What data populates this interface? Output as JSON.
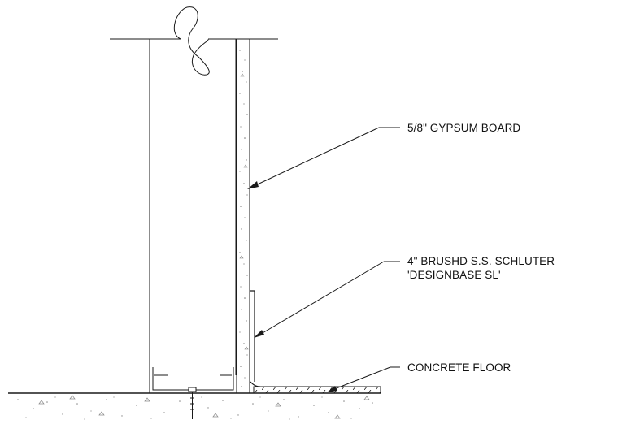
{
  "labels": {
    "gypsum_board": "5/8\" GYPSUM BOARD",
    "schluter_line1": "4\" BRUSHD S.S. SCHLUTER",
    "schluter_line2": "'DESIGNBASE SL'",
    "concrete_floor": "CONCRETE FLOOR"
  },
  "colors": {
    "line": "#1a1a1a",
    "background": "#ffffff"
  }
}
